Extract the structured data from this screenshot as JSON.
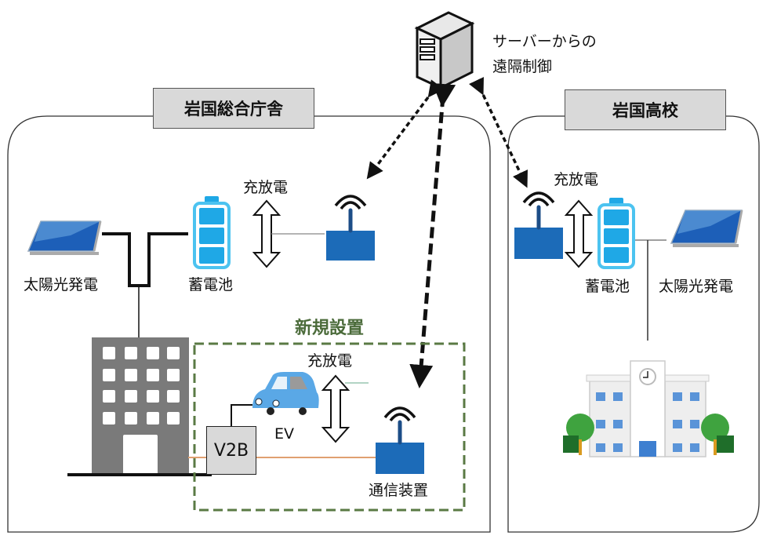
{
  "server": {
    "icon": "server-icon",
    "caption_line1": "サーバーからの",
    "caption_line2": "遠隔制御"
  },
  "sites": [
    {
      "id": "iwakuni-government-office",
      "title": "岩国総合庁舎",
      "solar_label": "太陽光発電",
      "battery_label": "蓄電池",
      "charge_label": "充放電"
    },
    {
      "id": "iwakuni-high-school",
      "title": "岩国高校",
      "solar_label": "太陽光発電",
      "battery_label": "蓄電池",
      "charge_label": "充放電"
    }
  ],
  "new_installation": {
    "label": "新規設置",
    "charge_label": "充放電",
    "ev_label": "EV",
    "v2b_label": "V2B",
    "comm_device_label": "通信装置"
  },
  "colors": {
    "battery": "#1fa8e6",
    "comm_device": "#1c6bb8",
    "new_installation_border": "#5a7a44",
    "title_box": "#d9d9d9",
    "building": "#7a7a7a",
    "power_line_orange": "#e0a070"
  }
}
